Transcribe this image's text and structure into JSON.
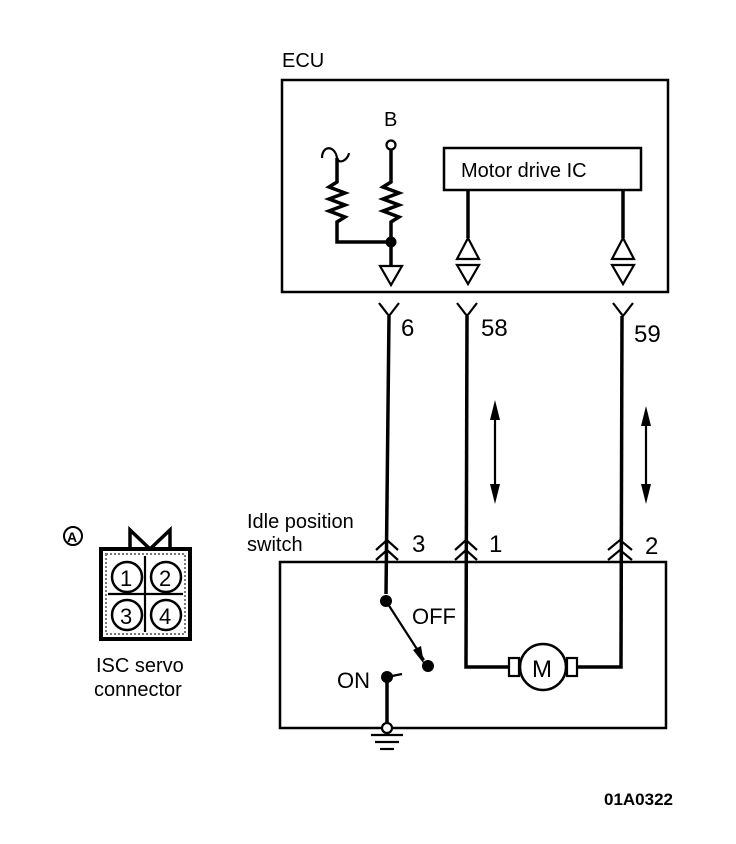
{
  "diagram": {
    "ecu": {
      "label": "ECU",
      "supply_label": "B",
      "ic_label": "Motor drive IC",
      "terminals": [
        "6",
        "58",
        "59"
      ]
    },
    "isc_servo": {
      "switch_label_line1": "Idle position",
      "switch_label_line2": "switch",
      "terminals": [
        "3",
        "1",
        "2"
      ],
      "switch_off_label": "OFF",
      "switch_on_label": "ON",
      "motor_label": "M"
    },
    "connector": {
      "marker": "A",
      "pins": [
        "1",
        "2",
        "3",
        "4"
      ],
      "caption_line1": "ISC servo",
      "caption_line2": "connector"
    },
    "figure_code": "01A0322"
  }
}
